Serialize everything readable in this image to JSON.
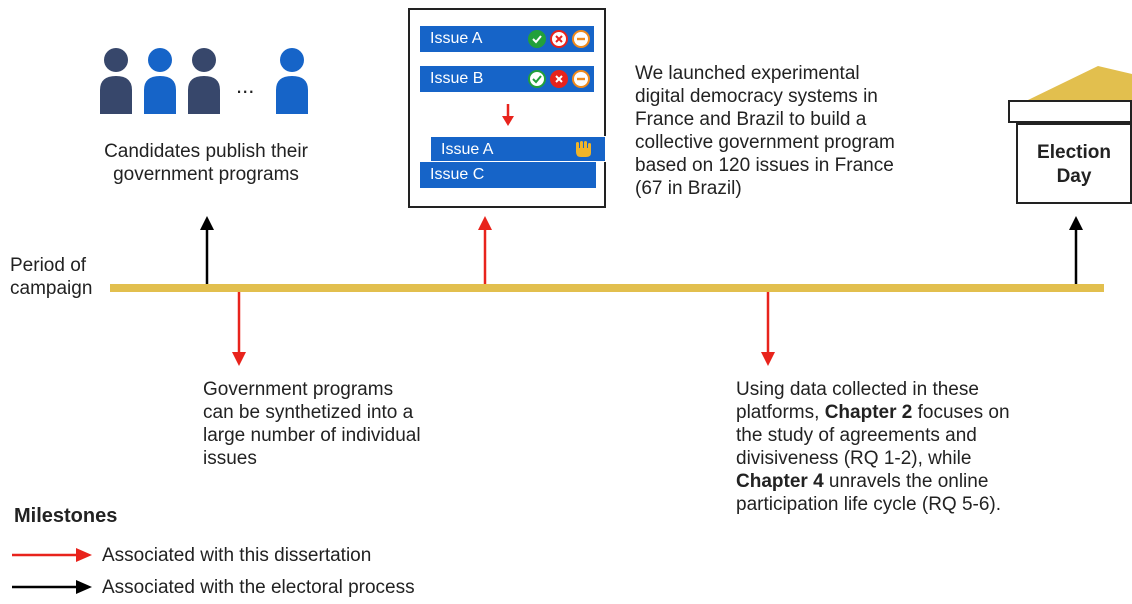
{
  "timeline": {
    "period_label_line1": "Period of",
    "period_label_line2": "campaign"
  },
  "candidates": {
    "ellipsis": "...",
    "caption_line1": "Candidates publish their",
    "caption_line2": "government programs",
    "icon_colors": [
      "#37476b",
      "#1664c8",
      "#37476b",
      "#1664c8"
    ]
  },
  "platform_ui": {
    "issue_a": "Issue A",
    "issue_b": "Issue B",
    "issue_a_dragged": "Issue A",
    "issue_c": "Issue C",
    "bar_color": "#1664c8"
  },
  "launched_text": {
    "line1": "We launched experimental",
    "line2": "digital democracy systems in",
    "line3": "France and Brazil to build a",
    "line4": "collective government program",
    "line5": "based on 120 issues in France",
    "line6": "(67 in Brazil)"
  },
  "synthesized_text": {
    "line1": "Government programs",
    "line2": "can be synthetized into a",
    "line3": "large number of individual",
    "line4": "issues"
  },
  "data_text": {
    "line1": "Using data collected in these",
    "line2a": "platforms, ",
    "line2b": "Chapter 2",
    "line2c": " focuses on",
    "line3": "the study of agreements and",
    "line4": "divisiveness (RQ 1-2), while",
    "line5a": "Chapter 4",
    "line5b": " unravels the online",
    "line6": "participation life cycle (RQ 5-6)."
  },
  "election": {
    "line1": "Election",
    "line2": "Day",
    "ballot_color": "#e2bf4e"
  },
  "legend": {
    "title": "Milestones",
    "dissertation_label": "Associated with this dissertation",
    "electoral_label": "Associated with the electoral process",
    "dissertation_color": "#e8231c",
    "electoral_color": "#000000"
  },
  "timeline_color": "#e2bf4e"
}
